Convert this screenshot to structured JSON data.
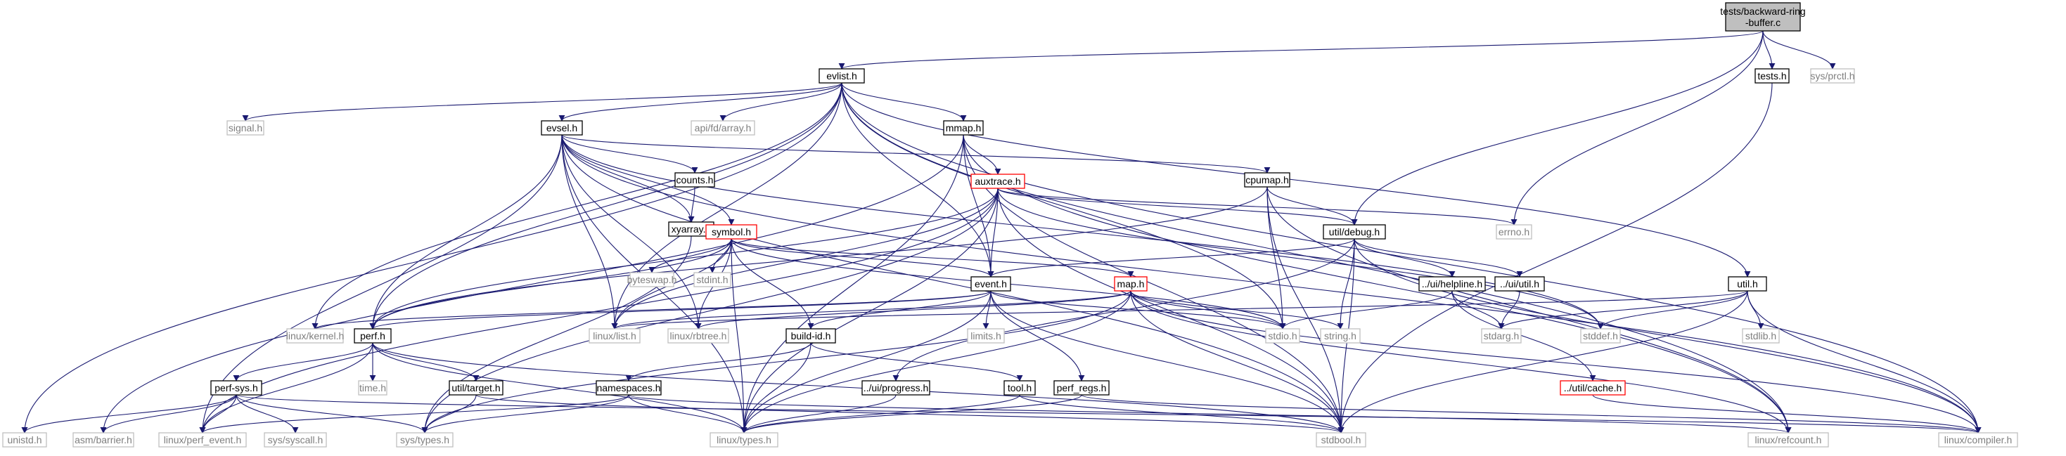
{
  "graph": {
    "colors": {
      "root_fill": "#bfbfbf",
      "normal_border": "#000000",
      "missing_border": "#bfbfbf",
      "truncated_border": "#ff0000",
      "edge": "#191970",
      "text": "#000000",
      "missing_text": "#7f7f7f"
    },
    "nodes": [
      {
        "id": "root",
        "lines": [
          "tests/backward-ring",
          "-buffer.c"
        ],
        "kind": "root"
      },
      {
        "id": "evlist",
        "lines": [
          "evlist.h"
        ],
        "kind": "normal"
      },
      {
        "id": "tests",
        "lines": [
          "tests.h"
        ],
        "kind": "normal"
      },
      {
        "id": "sysprctl",
        "lines": [
          "sys/prctl.h"
        ],
        "kind": "missing"
      },
      {
        "id": "signal",
        "lines": [
          "signal.h"
        ],
        "kind": "missing"
      },
      {
        "id": "apifd",
        "lines": [
          "api/fd/array.h"
        ],
        "kind": "missing"
      },
      {
        "id": "evsel",
        "lines": [
          "evsel.h"
        ],
        "kind": "normal"
      },
      {
        "id": "mmap",
        "lines": [
          "mmap.h"
        ],
        "kind": "normal"
      },
      {
        "id": "counts",
        "lines": [
          "counts.h"
        ],
        "kind": "normal"
      },
      {
        "id": "xyarray",
        "lines": [
          "xyarray.h"
        ],
        "kind": "normal"
      },
      {
        "id": "auxtrace",
        "lines": [
          "auxtrace.h"
        ],
        "kind": "truncated"
      },
      {
        "id": "cpumap",
        "lines": [
          "cpumap.h"
        ],
        "kind": "normal"
      },
      {
        "id": "symbol",
        "lines": [
          "symbol.h"
        ],
        "kind": "truncated"
      },
      {
        "id": "utildebug",
        "lines": [
          "util/debug.h"
        ],
        "kind": "normal"
      },
      {
        "id": "errno",
        "lines": [
          "errno.h"
        ],
        "kind": "missing"
      },
      {
        "id": "byteswap",
        "lines": [
          "byteswap.h"
        ],
        "kind": "missing"
      },
      {
        "id": "stdint",
        "lines": [
          "stdint.h"
        ],
        "kind": "missing"
      },
      {
        "id": "event",
        "lines": [
          "event.h"
        ],
        "kind": "normal"
      },
      {
        "id": "map",
        "lines": [
          "map.h"
        ],
        "kind": "truncated"
      },
      {
        "id": "uihelpline",
        "lines": [
          "../ui/helpline.h"
        ],
        "kind": "normal"
      },
      {
        "id": "uiutil",
        "lines": [
          "../ui/util.h"
        ],
        "kind": "normal"
      },
      {
        "id": "utilh",
        "lines": [
          "util.h"
        ],
        "kind": "normal"
      },
      {
        "id": "linuxkernel",
        "lines": [
          "linux/kernel.h"
        ],
        "kind": "missing"
      },
      {
        "id": "linuxlist",
        "lines": [
          "linux/list.h"
        ],
        "kind": "missing"
      },
      {
        "id": "linuxrbtree",
        "lines": [
          "linux/rbtree.h"
        ],
        "kind": "missing"
      },
      {
        "id": "stdio",
        "lines": [
          "stdio.h"
        ],
        "kind": "missing"
      },
      {
        "id": "stringh",
        "lines": [
          "string.h"
        ],
        "kind": "missing"
      },
      {
        "id": "stdarg",
        "lines": [
          "stdarg.h"
        ],
        "kind": "missing"
      },
      {
        "id": "stddef",
        "lines": [
          "stddef.h"
        ],
        "kind": "missing"
      },
      {
        "id": "stdlib",
        "lines": [
          "stdlib.h"
        ],
        "kind": "missing"
      },
      {
        "id": "perf",
        "lines": [
          "perf.h"
        ],
        "kind": "normal"
      },
      {
        "id": "limits",
        "lines": [
          "limits.h"
        ],
        "kind": "missing"
      },
      {
        "id": "buildid",
        "lines": [
          "build-id.h"
        ],
        "kind": "normal"
      },
      {
        "id": "time",
        "lines": [
          "time.h"
        ],
        "kind": "missing"
      },
      {
        "id": "perfsys",
        "lines": [
          "perf-sys.h"
        ],
        "kind": "normal"
      },
      {
        "id": "utiltarget",
        "lines": [
          "util/target.h"
        ],
        "kind": "normal"
      },
      {
        "id": "namespaces",
        "lines": [
          "namespaces.h"
        ],
        "kind": "normal"
      },
      {
        "id": "uiprogress",
        "lines": [
          "../ui/progress.h"
        ],
        "kind": "normal"
      },
      {
        "id": "tool",
        "lines": [
          "tool.h"
        ],
        "kind": "normal"
      },
      {
        "id": "perfregs",
        "lines": [
          "perf_regs.h"
        ],
        "kind": "normal"
      },
      {
        "id": "utilcache",
        "lines": [
          "../util/cache.h"
        ],
        "kind": "truncated"
      },
      {
        "id": "unistd",
        "lines": [
          "unistd.h"
        ],
        "kind": "missing"
      },
      {
        "id": "asmbarrier",
        "lines": [
          "asm/barrier.h"
        ],
        "kind": "missing"
      },
      {
        "id": "linuxperfevent",
        "lines": [
          "linux/perf_event.h"
        ],
        "kind": "missing"
      },
      {
        "id": "syssyscall",
        "lines": [
          "sys/syscall.h"
        ],
        "kind": "missing"
      },
      {
        "id": "systypes",
        "lines": [
          "sys/types.h"
        ],
        "kind": "missing"
      },
      {
        "id": "linuxtypes",
        "lines": [
          "linux/types.h"
        ],
        "kind": "missing"
      },
      {
        "id": "stdbool",
        "lines": [
          "stdbool.h"
        ],
        "kind": "missing"
      },
      {
        "id": "linuxrefcount",
        "lines": [
          "linux/refcount.h"
        ],
        "kind": "missing"
      },
      {
        "id": "linuxcompiler",
        "lines": [
          "linux/compiler.h"
        ],
        "kind": "missing"
      }
    ]
  }
}
